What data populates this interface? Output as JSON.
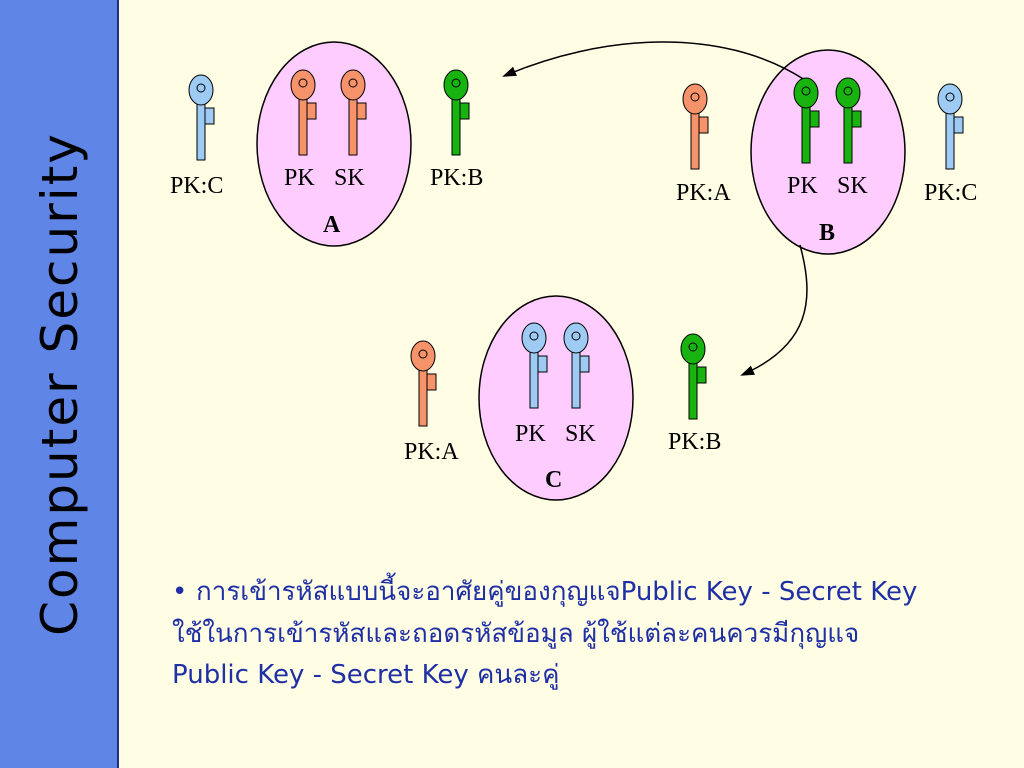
{
  "sidebar": {
    "title": "Computer Security"
  },
  "colors": {
    "background": "#fffde3",
    "sidebar": "#5f85e6",
    "ellipse_fill": "#ffccff",
    "key_orange": "#f7936a",
    "key_green": "#19b30f",
    "key_blue": "#9ecbf3",
    "text_blue": "#1f2fa6"
  },
  "diagram": {
    "users": [
      {
        "id": "A",
        "label": "A",
        "pk_label": "PK",
        "sk_label": "SK",
        "key_color": "orange",
        "outside_left": {
          "label": "PK:C",
          "color": "blue"
        },
        "outside_right": {
          "label": "PK:B",
          "color": "green"
        }
      },
      {
        "id": "B",
        "label": "B",
        "pk_label": "PK",
        "sk_label": "SK",
        "key_color": "green",
        "outside_left": {
          "label": "PK:A",
          "color": "orange"
        },
        "outside_right": {
          "label": "PK:C",
          "color": "blue"
        }
      },
      {
        "id": "C",
        "label": "C",
        "pk_label": "PK",
        "sk_label": "SK",
        "key_color": "blue",
        "outside_left": {
          "label": "PK:A",
          "color": "orange"
        },
        "outside_right": {
          "label": "PK:B",
          "color": "green"
        }
      }
    ],
    "arrows": [
      {
        "from": "B",
        "to": "A-PK:B"
      },
      {
        "from": "B",
        "to": "C-PK:B"
      }
    ]
  },
  "content": {
    "bullet_line1": "การเข้ารหัสแบบนี้จะอาศัยคู่ของกุญแจPublic Key - Secret Key",
    "bullet_line2": "ใช้ในการเข้ารหัสและถอดรหัสข้อมูล ผู้ใช้แต่ละคนควรมีกุญแจ",
    "bullet_line3": "Public Key - Secret Key คนละคู่"
  }
}
